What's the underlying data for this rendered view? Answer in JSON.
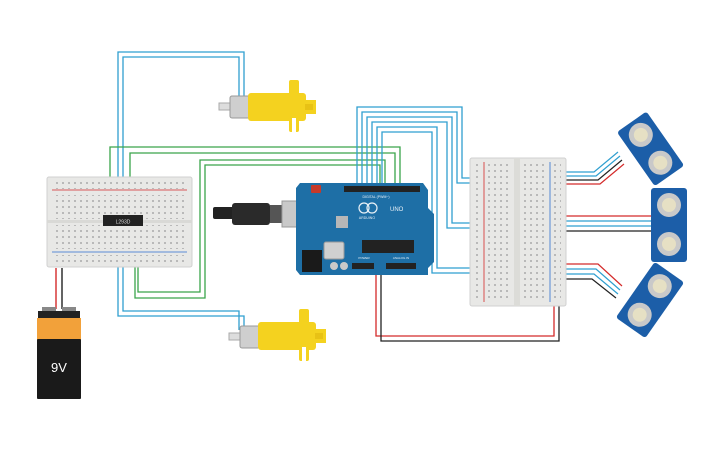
{
  "battery": {
    "label": "9V",
    "body_color": "#1a1a1a",
    "cap_color": "#f2a13a"
  },
  "driver_chip": {
    "label": "L293D"
  },
  "arduino": {
    "brand": "ARDUINO",
    "model": "UNO",
    "digital_label": "DIGITAL (PWM~)",
    "analog_label": "ANALOG IN",
    "power_label": "POWER",
    "board_color": "#1e6fa6"
  },
  "motors": {
    "body_color": "#f4d21f",
    "count": 2
  },
  "sensors": {
    "count": 3,
    "board_color": "#1c5ea8"
  },
  "wire_colors": {
    "signal": "#2f9fd0",
    "control": "#3aa54a",
    "power": "#d42a2a",
    "ground": "#222222"
  }
}
